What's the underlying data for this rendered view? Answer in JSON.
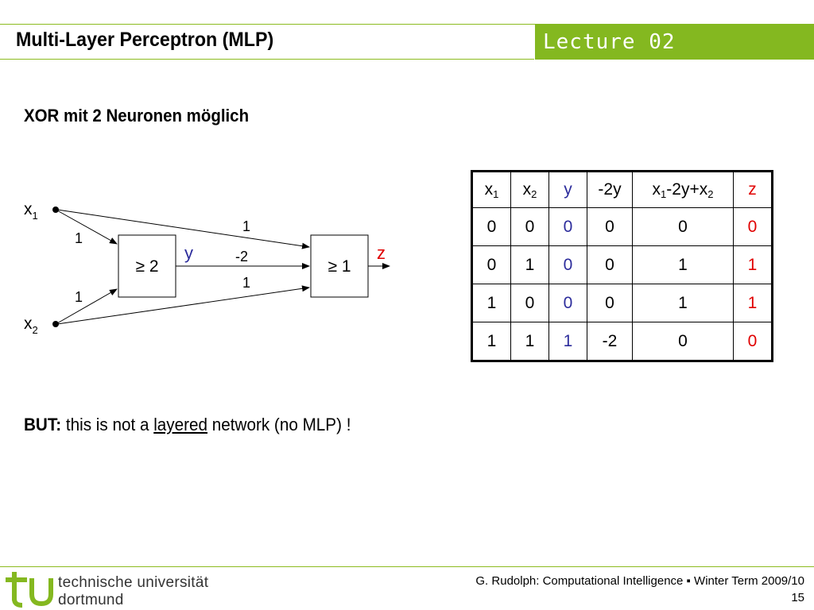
{
  "header": {
    "title": "Multi-Layer Perceptron (MLP)",
    "lecture": "Lecture 02"
  },
  "subtitle": "XOR mit 2 Neuronen möglich",
  "diagram": {
    "input1": "x",
    "input1_sub": "1",
    "input2": "x",
    "input2_sub": "2",
    "hidden_threshold": "≥ 2",
    "output_threshold": "≥ 1",
    "hidden_output": "y",
    "final_output": "z",
    "w_x1_hidden": "1",
    "w_x2_hidden": "1",
    "w_x1_out": "1",
    "w_hidden_out": "-2",
    "w_x2_out": "1"
  },
  "table": {
    "rows": [
      [
        "0",
        "0",
        "0",
        "0",
        "0",
        "0"
      ],
      [
        "0",
        "1",
        "0",
        "0",
        "1",
        "1"
      ],
      [
        "1",
        "0",
        "0",
        "0",
        "1",
        "1"
      ],
      [
        "1",
        "1",
        "1",
        "-2",
        "0",
        "0"
      ]
    ]
  },
  "note": {
    "bold": "BUT:",
    "before": " this is not a ",
    "underlined": "layered",
    "after": " network (no MLP) !"
  },
  "footer": {
    "uni_line1": "technische universität",
    "uni_line2": "dortmund",
    "credit": "G. Rudolph: Computational Intelligence ▪ Winter Term 2009/10",
    "page": "15"
  },
  "colors": {
    "accent": "#84b820",
    "y_color": "#2d2d9c",
    "z_color": "#e00000"
  }
}
